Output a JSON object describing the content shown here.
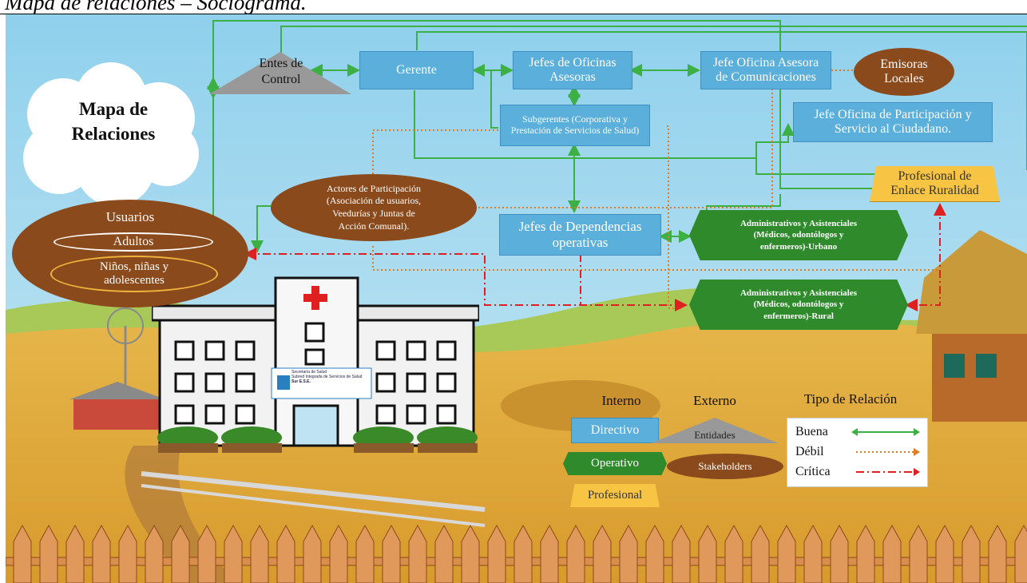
{
  "caption": "Mapa de relaciones – Sociograma.",
  "title": {
    "line1": "Mapa de",
    "line2": "Relaciones"
  },
  "nodes": {
    "entes_control": {
      "line1": "Entes de",
      "line2": "Control"
    },
    "gerente": "Gerente",
    "jefes_oficinas": {
      "line1": "Jefes de Oficinas",
      "line2": "Asesoras"
    },
    "jefe_comunicaciones": {
      "line1": "Jefe Oficina Asesora",
      "line2": "de Comunicaciones"
    },
    "emisoras": {
      "line1": "Emisoras",
      "line2": "Locales"
    },
    "subgerentes": "Subgerentes (Corporativa y Prestación de Servicios de Salud)",
    "jefe_participacion": {
      "line1": "Jefe Oficina de Participación y",
      "line2": "Servicio al Ciudadano."
    },
    "profesional_enlace": {
      "line1": "Profesional de",
      "line2": "Enlace Ruralidad"
    },
    "actores": {
      "line1": "Actores de Participación",
      "line2": "(Asociación de usuarios,",
      "line3": "Veedurías y Juntas de",
      "line4": "Acción Comunal)."
    },
    "usuarios": "Usuarios",
    "adultos": "Adultos",
    "ninos": {
      "line1": "Niños, niñas y",
      "line2": "adolescentes"
    },
    "jefes_dependencias": {
      "line1": "Jefes de Dependencias",
      "line2": "operativas"
    },
    "admin_urbano": {
      "line1": "Administrativos y Asistenciales",
      "line2": "(Médicos, odontólogos y",
      "line3": "enfermeros)-Urbano"
    },
    "admin_rural": {
      "line1": "Administrativos y Asistenciales",
      "line2": "(Médicos, odontólogos y",
      "line3": "enfermeros)-Rural"
    }
  },
  "hospital_sign": {
    "line1": "Secretaría de Salud",
    "line2": "Subred Integrada de Servicios de Salud",
    "line3": "Sur E.S.E."
  },
  "legend": {
    "interno": "Interno",
    "externo": "Externo",
    "tipo_relacion": "Tipo de Relación",
    "directivo": "Directivo",
    "operativo": "Operativo",
    "profesional": "Profesional",
    "entidades": "Entidades",
    "stakeholders": "Stakeholders",
    "relaciones": [
      {
        "label": "Buena",
        "color": "#3cb043",
        "style": "solid"
      },
      {
        "label": "Débil",
        "color": "#e07b24",
        "style": "dotted"
      },
      {
        "label": "Crítica",
        "color": "#e02020",
        "style": "dashdot"
      }
    ]
  },
  "colors": {
    "directivo": "#5aafdb",
    "operativo": "#2f8a2c",
    "profesional": "#f7c443",
    "stakeholders": "#8b4a1c",
    "entidades": "#999999"
  }
}
